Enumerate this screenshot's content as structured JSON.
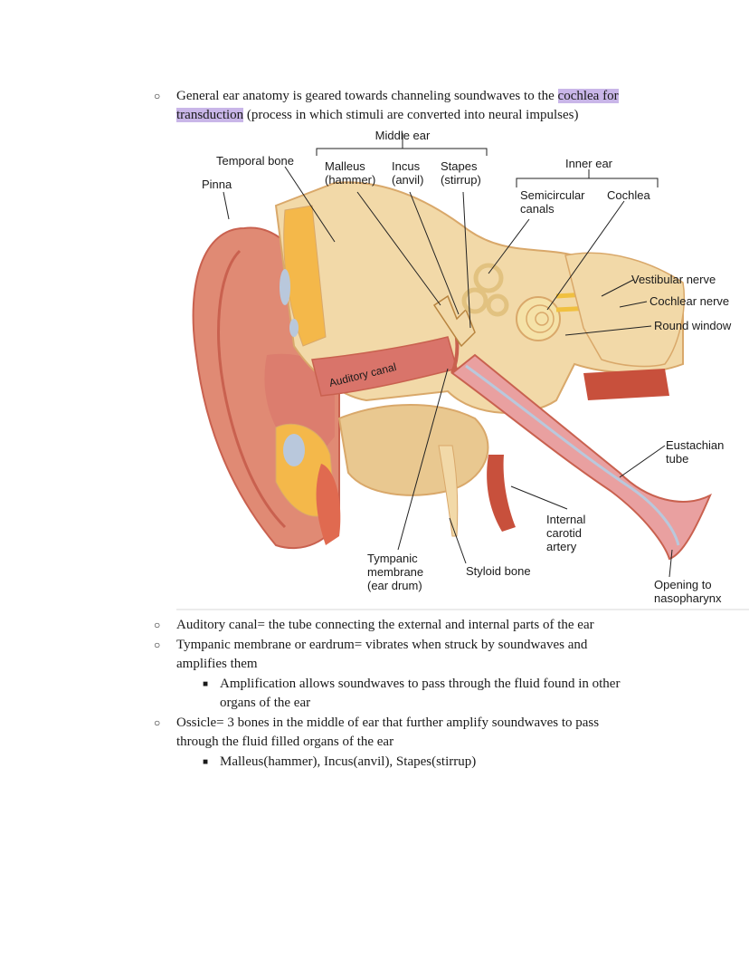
{
  "bullets": {
    "intro_line1_part1": "General ear anatomy is geared towards channeling soundwaves to the ",
    "intro_highlight_1": "cochlea for",
    "intro_highlight_2": "transduction",
    "intro_line2_rest": " (process in which stimuli are converted into neural impulses)",
    "auditory_canal": "Auditory canal= the tube connecting the external and internal parts of the ear",
    "tympanic_line1": "Tympanic membrane or eardrum= vibrates when struck by soundwaves and",
    "tympanic_line2": "amplifies them",
    "amplification_line1": "Amplification allows soundwaves to pass through the fluid found in other",
    "amplification_line2": "organs of the ear",
    "ossicle_line1": "Ossicle= 3 bones in the middle of ear that further amplify soundwaves to pass",
    "ossicle_line2": "through the fluid filled organs of the ear",
    "ossicle_bones": "Malleus(hammer), Incus(anvil), Stapes(stirrup)"
  },
  "markers": {
    "circle": "○",
    "square": "■"
  },
  "diagram": {
    "labels": {
      "middle_ear": "Middle ear",
      "temporal_bone": "Temporal bone",
      "pinna": "Pinna",
      "malleus": "Malleus",
      "malleus_alt": "(hammer)",
      "incus": "Incus",
      "incus_alt": "(anvil)",
      "stapes": "Stapes",
      "stapes_alt": "(stirrup)",
      "inner_ear": "Inner ear",
      "semicircular_1": "Semicircular",
      "semicircular_2": "canals",
      "cochlea": "Cochlea",
      "vestibular_nerve": "Vestibular nerve",
      "cochlear_nerve": "Cochlear nerve",
      "round_window": "Round window",
      "auditory_canal": "Auditory canal",
      "eustachian_1": "Eustachian",
      "eustachian_2": "tube",
      "internal_1": "Internal",
      "internal_2": "carotid",
      "internal_3": "artery",
      "tympanic_1": "Tympanic",
      "tympanic_2": "membrane",
      "tympanic_3": "(ear drum)",
      "styloid": "Styloid bone",
      "opening_1": "Opening to",
      "opening_2": "nasopharynx"
    },
    "colors": {
      "skin": "#e08a74",
      "skin_dark": "#c9614f",
      "bone": "#f2d9a8",
      "bone_dark": "#d9a86a",
      "canal": "#d9746a",
      "tube": "#e9a0a0",
      "artery": "#c8503c",
      "cochlea": "#f5e2a8",
      "fat": "#f4b84a",
      "fat_blob": "#b9c8dc",
      "nerve": "#f0c040"
    }
  }
}
